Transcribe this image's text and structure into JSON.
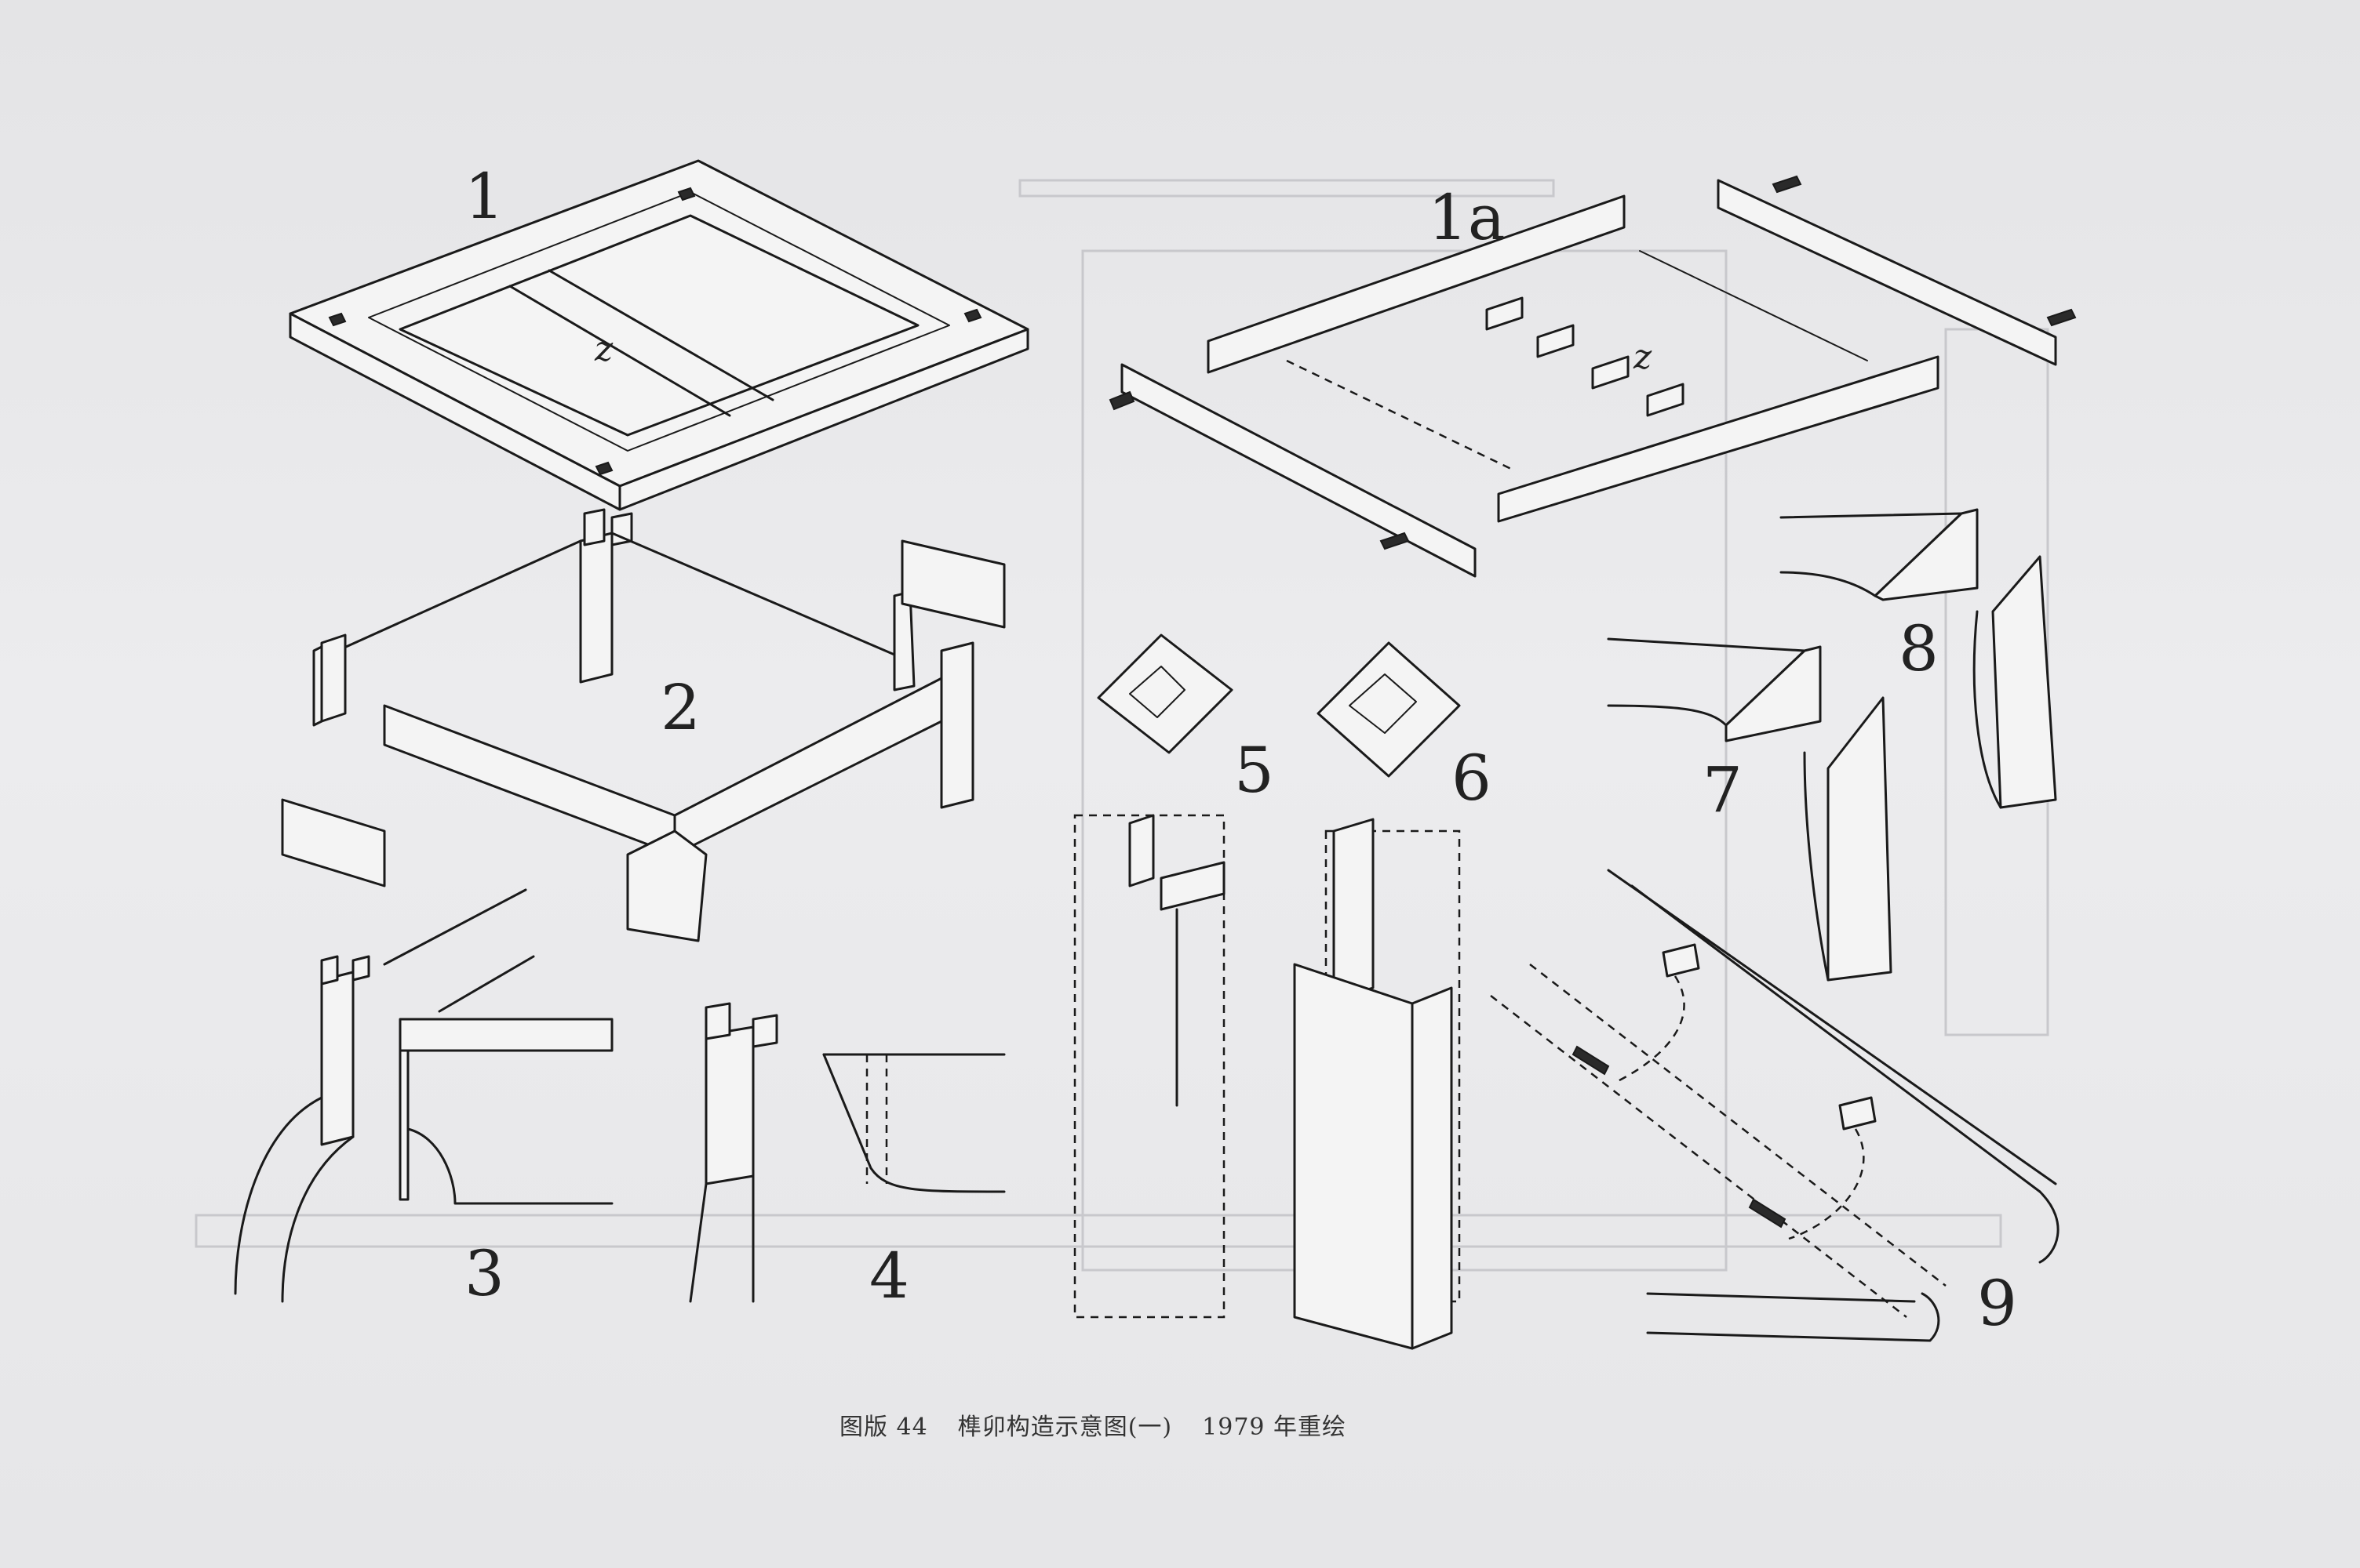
{
  "figure": {
    "labels": {
      "fig1": "1",
      "fig1a": "1a",
      "fig2": "2",
      "fig3": "3",
      "fig4": "4",
      "fig5": "5",
      "fig6": "6",
      "fig7": "7",
      "fig8": "8",
      "fig9": "9",
      "z_fig1": "z",
      "z_fig1a": "z"
    },
    "caption": {
      "plate": "图版 44",
      "title": "榫卯构造示意图(一)",
      "note": "1979 年重绘"
    }
  }
}
